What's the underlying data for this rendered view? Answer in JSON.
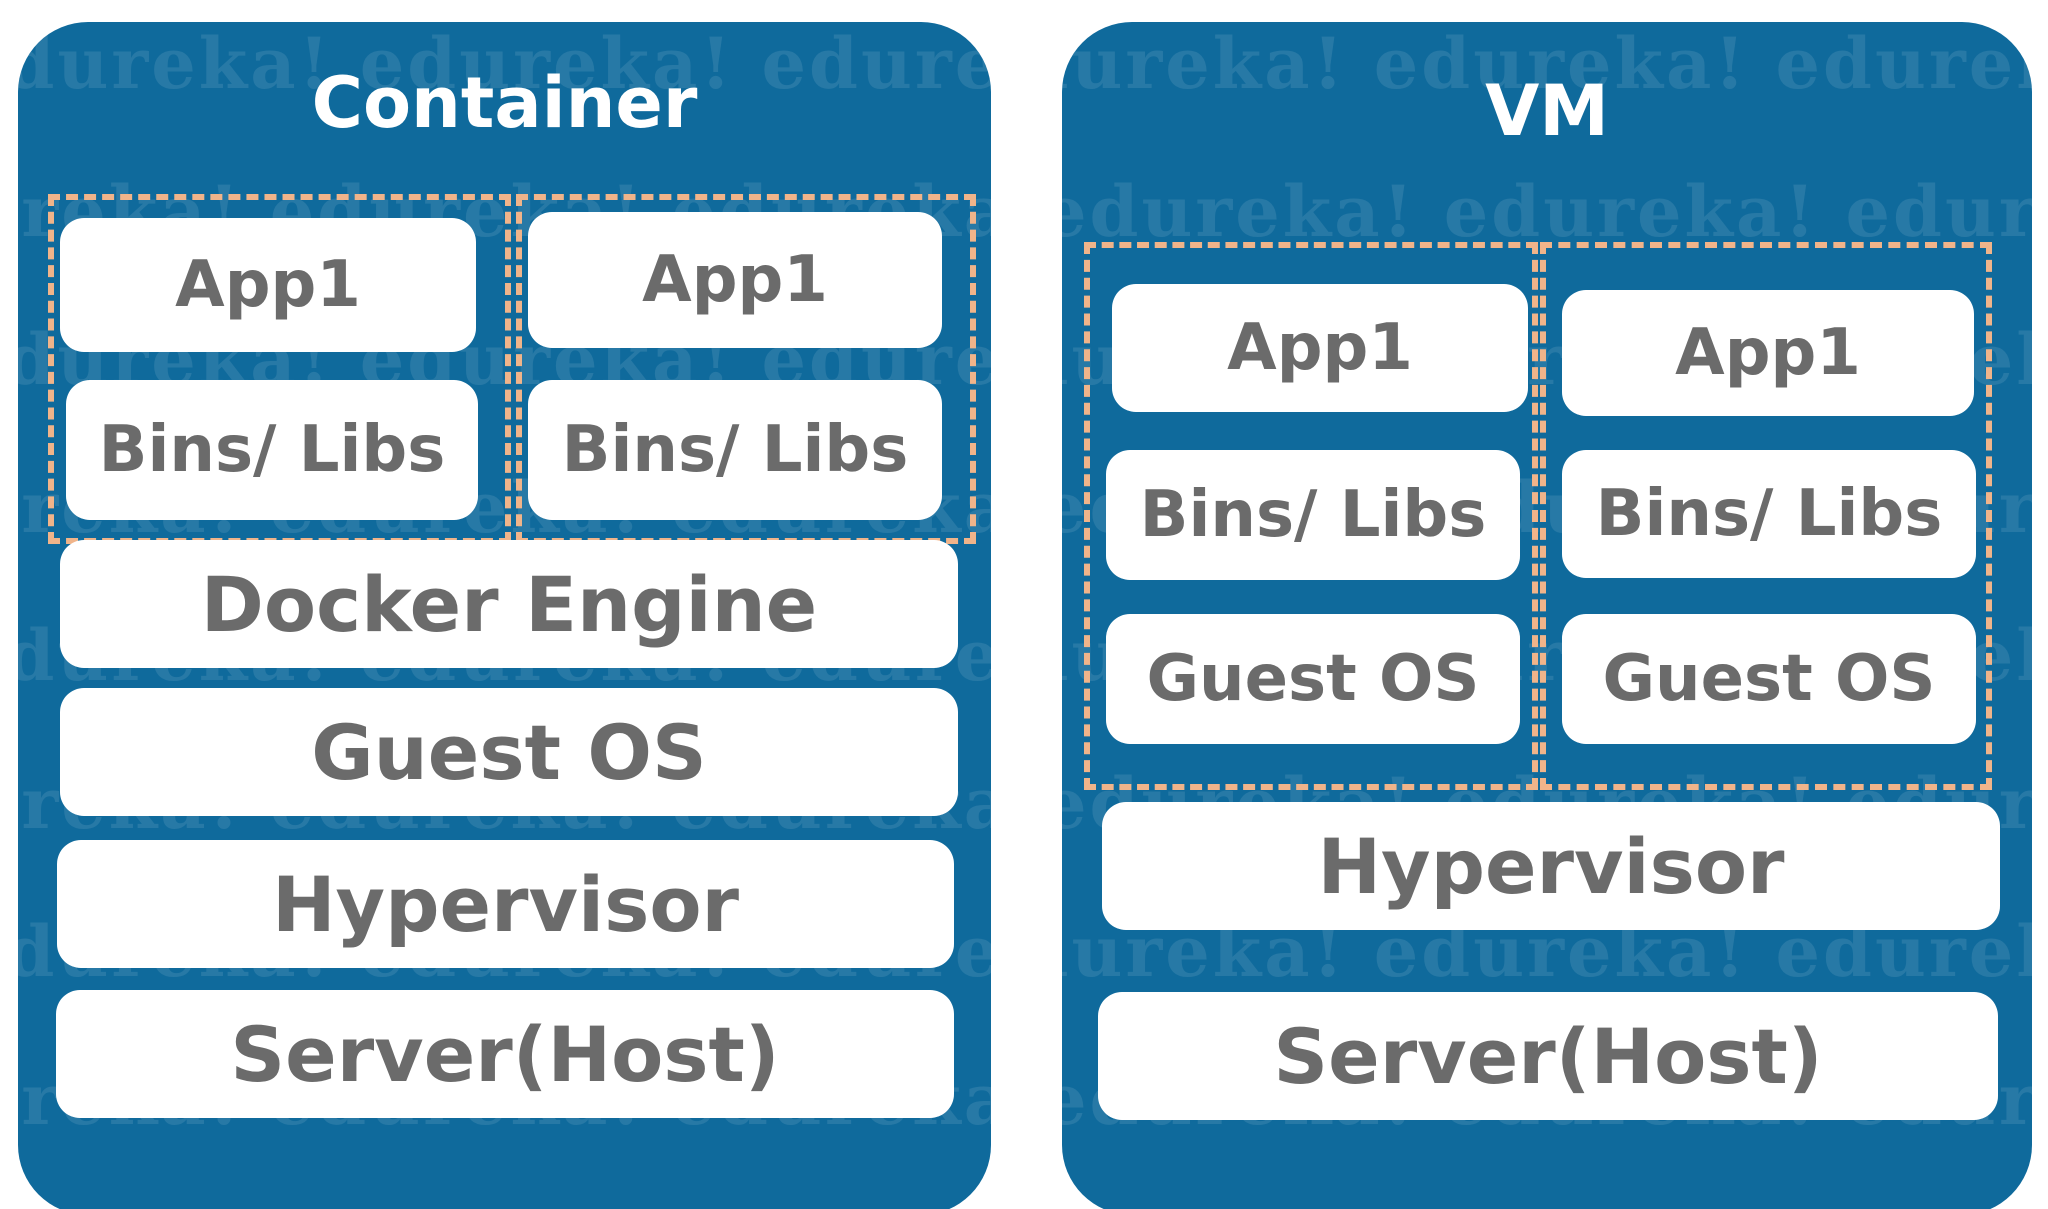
{
  "watermark": "edureka!",
  "colors": {
    "panel": "#0f6a9c",
    "dash": "#f0b48a",
    "layer_bg": "#ffffff",
    "layer_text": "#6b6b6b",
    "title_text": "#ffffff"
  },
  "container": {
    "title": "Container",
    "stacks": [
      {
        "app": "App1",
        "libs": "Bins/ Libs"
      },
      {
        "app": "App1",
        "libs": "Bins/ Libs"
      }
    ],
    "docker_engine": "Docker Engine",
    "guest_os": "Guest OS",
    "hypervisor": "Hypervisor",
    "server": "Server(Host)"
  },
  "vm": {
    "title": "VM",
    "stacks": [
      {
        "app": "App1",
        "libs": "Bins/ Libs",
        "os": "Guest OS"
      },
      {
        "app": "App1",
        "libs": "Bins/ Libs",
        "os": "Guest OS"
      }
    ],
    "hypervisor": "Hypervisor",
    "server": "Server(Host)"
  }
}
